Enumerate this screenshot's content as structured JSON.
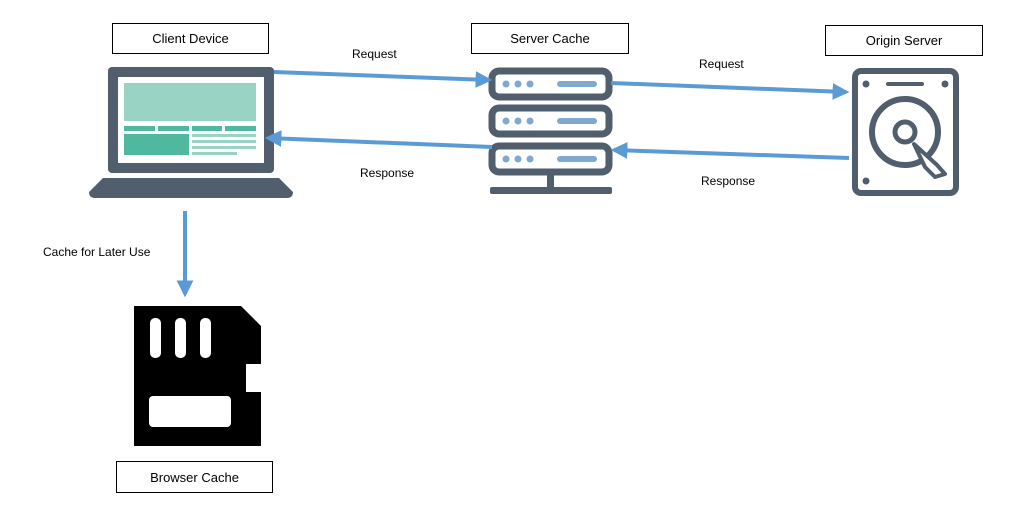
{
  "nodes": {
    "client": {
      "label": "Client Device"
    },
    "server_cache": {
      "label": "Server Cache"
    },
    "origin": {
      "label": "Origin Server"
    },
    "browser_cache": {
      "label": "Browser Cache"
    }
  },
  "edges": {
    "client_to_cache": {
      "label": "Request"
    },
    "cache_to_origin": {
      "label": "Request"
    },
    "cache_to_client": {
      "label": "Response"
    },
    "origin_to_cache": {
      "label": "Response"
    },
    "client_to_browser": {
      "label": "Cache for Later Use"
    }
  },
  "colors": {
    "arrow": "#5b9bd5",
    "device": "#505e6d",
    "screen_light": "#99d3c3",
    "screen_dark": "#4fb89e",
    "server_accent": "#7fa9cf",
    "sd_card": "#000000"
  },
  "icons": [
    "laptop-icon",
    "server-rack-icon",
    "hard-drive-icon",
    "sd-card-icon"
  ]
}
